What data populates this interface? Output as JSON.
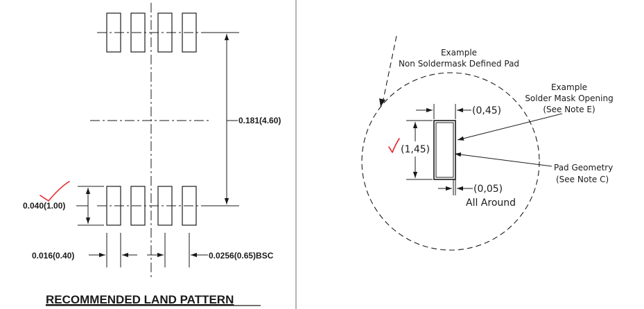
{
  "left_panel": {
    "title": "RECOMMENDED LAND PATTERN",
    "dim_height": "0.181(4.60)",
    "dim_pad_length": "0.040(1.00)",
    "dim_pad_width": "0.016(0.40)",
    "dim_pitch": "0.0256(0.65)BSC"
  },
  "right_panel": {
    "example_line1": "Example",
    "example_line2": "Non Soldermask Defined Pad",
    "mask_line1": "Example",
    "mask_line2": "Solder Mask Opening",
    "mask_line3": "(See Note E)",
    "dim_width": "(0,45)",
    "dim_height": "(1,45)",
    "dim_clearance": "(0,05)",
    "clearance_note": "All Around",
    "geom_line1": "Pad Geometry",
    "geom_line2": "(See Note C)"
  },
  "annotations": {
    "checkmark_color": "#e8202a"
  }
}
